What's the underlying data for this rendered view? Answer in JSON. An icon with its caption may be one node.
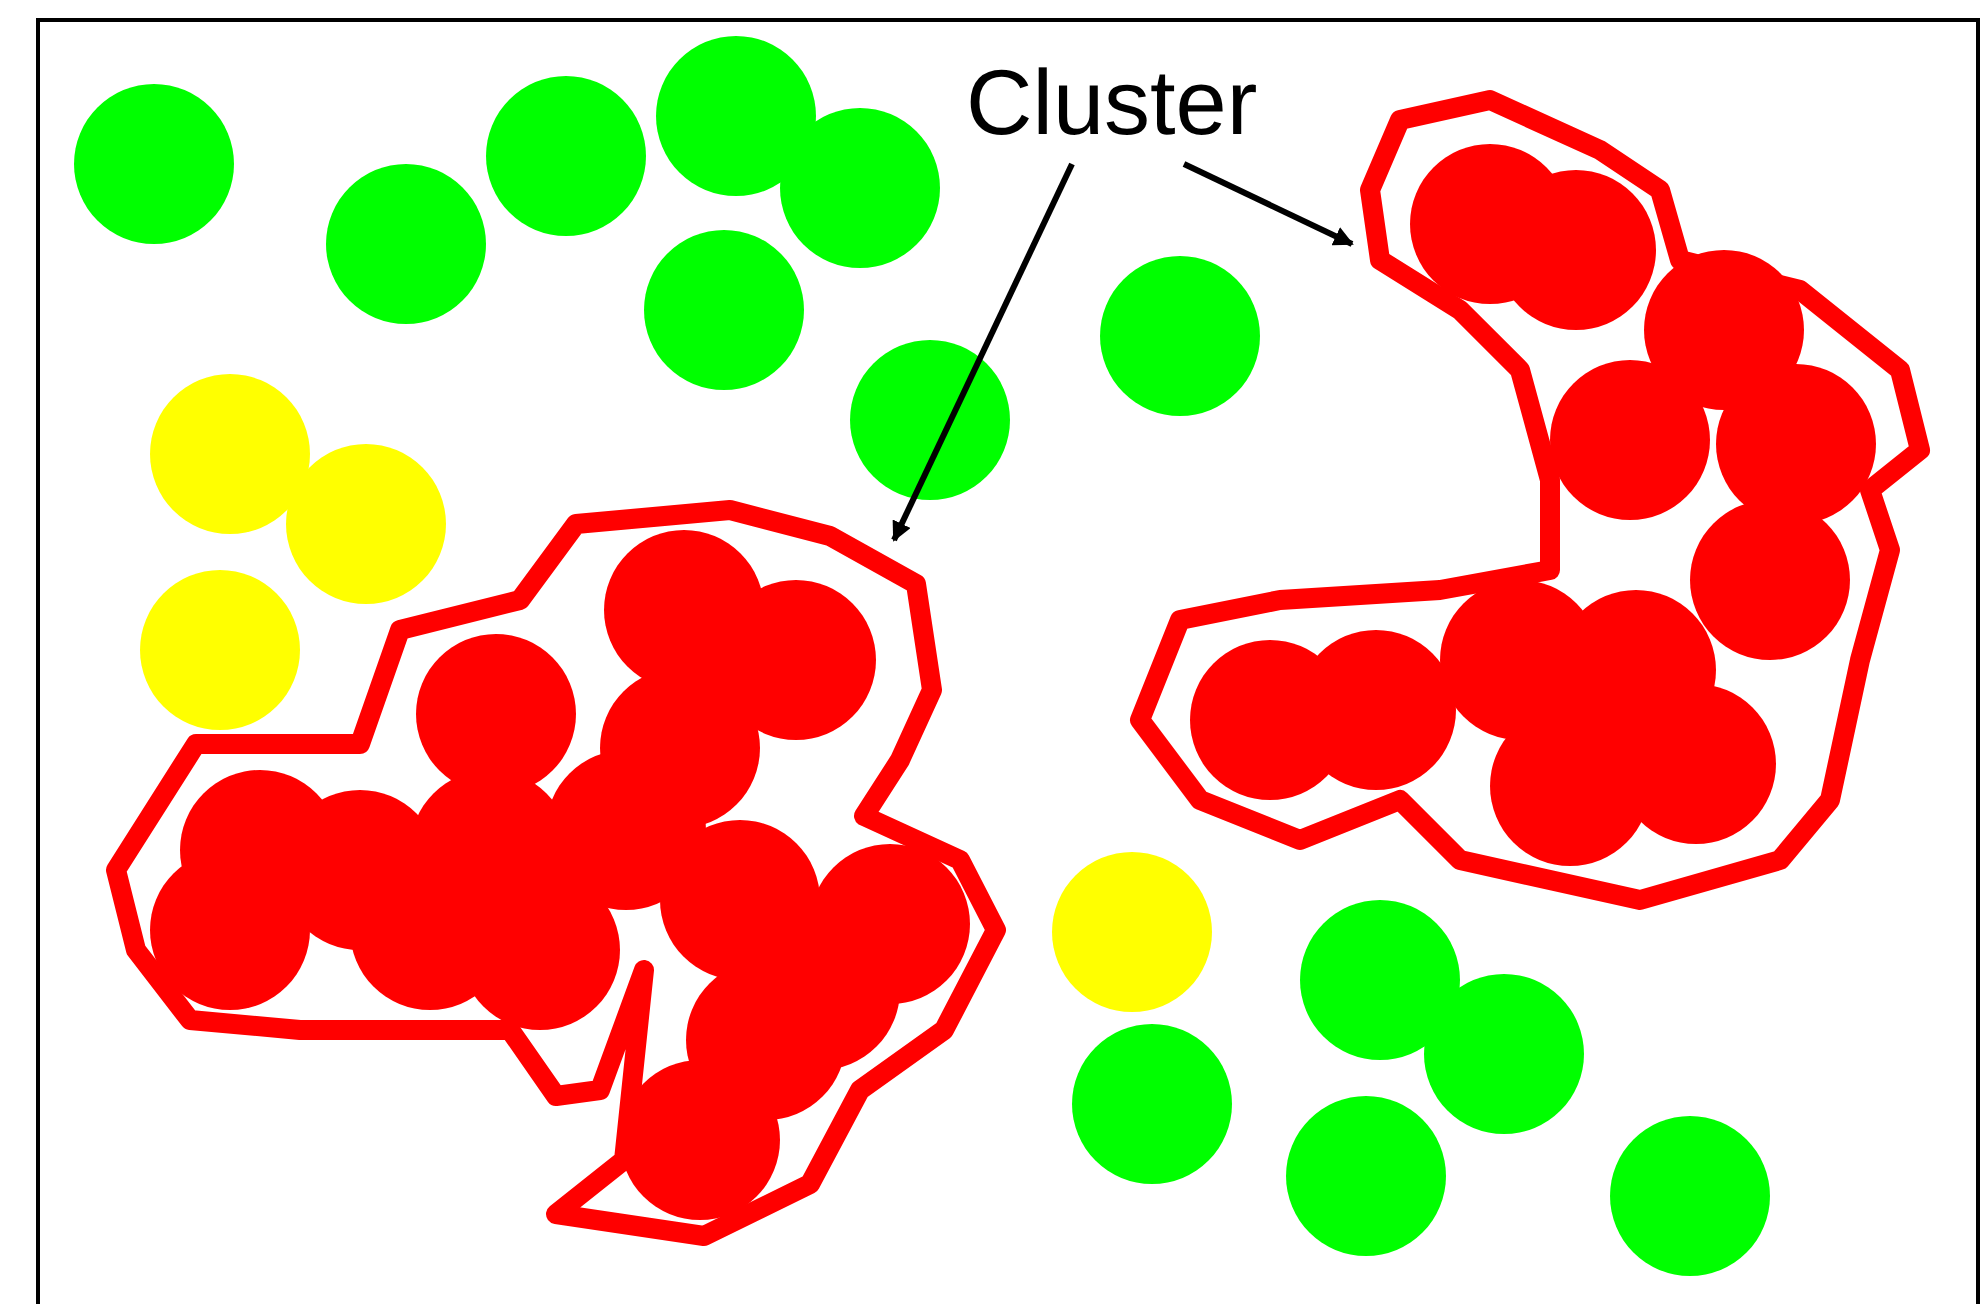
{
  "diagram": {
    "nodes": [
      {
        "text": [
          "Cluster"
        ]
      },
      {
        "text": [],
        "shape": "blob"
      },
      {
        "text": [],
        "shape": "blob"
      }
    ],
    "edges": [
      {
        "from": 0,
        "to": 1,
        "arrow": "to"
      },
      {
        "from": 0,
        "to": 2,
        "arrow": "to"
      }
    ]
  }
}
